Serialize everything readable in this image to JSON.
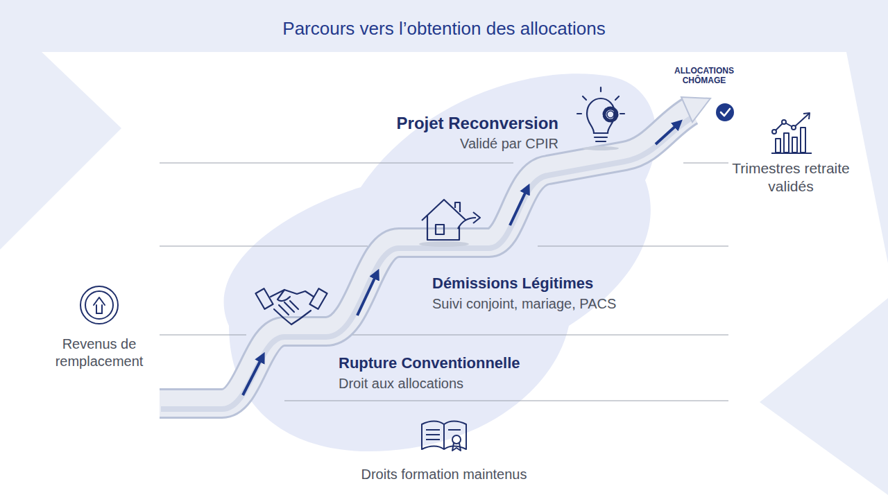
{
  "diagram": {
    "title": "Parcours vers l’obtention des allocations",
    "labels": [
      "Projet Reconversion",
      "Validé par CPIR",
      "ALLOCATIONS CHÔMAGE",
      "Trimestres retraite validés",
      "Démissions Légitimes",
      "Suivi conjoint, mariage, PACS",
      "Revenus de remplacement",
      "Rupture Conventionnelle",
      "Droit aux allocations",
      "Droits formation maintenus"
    ]
  }
}
